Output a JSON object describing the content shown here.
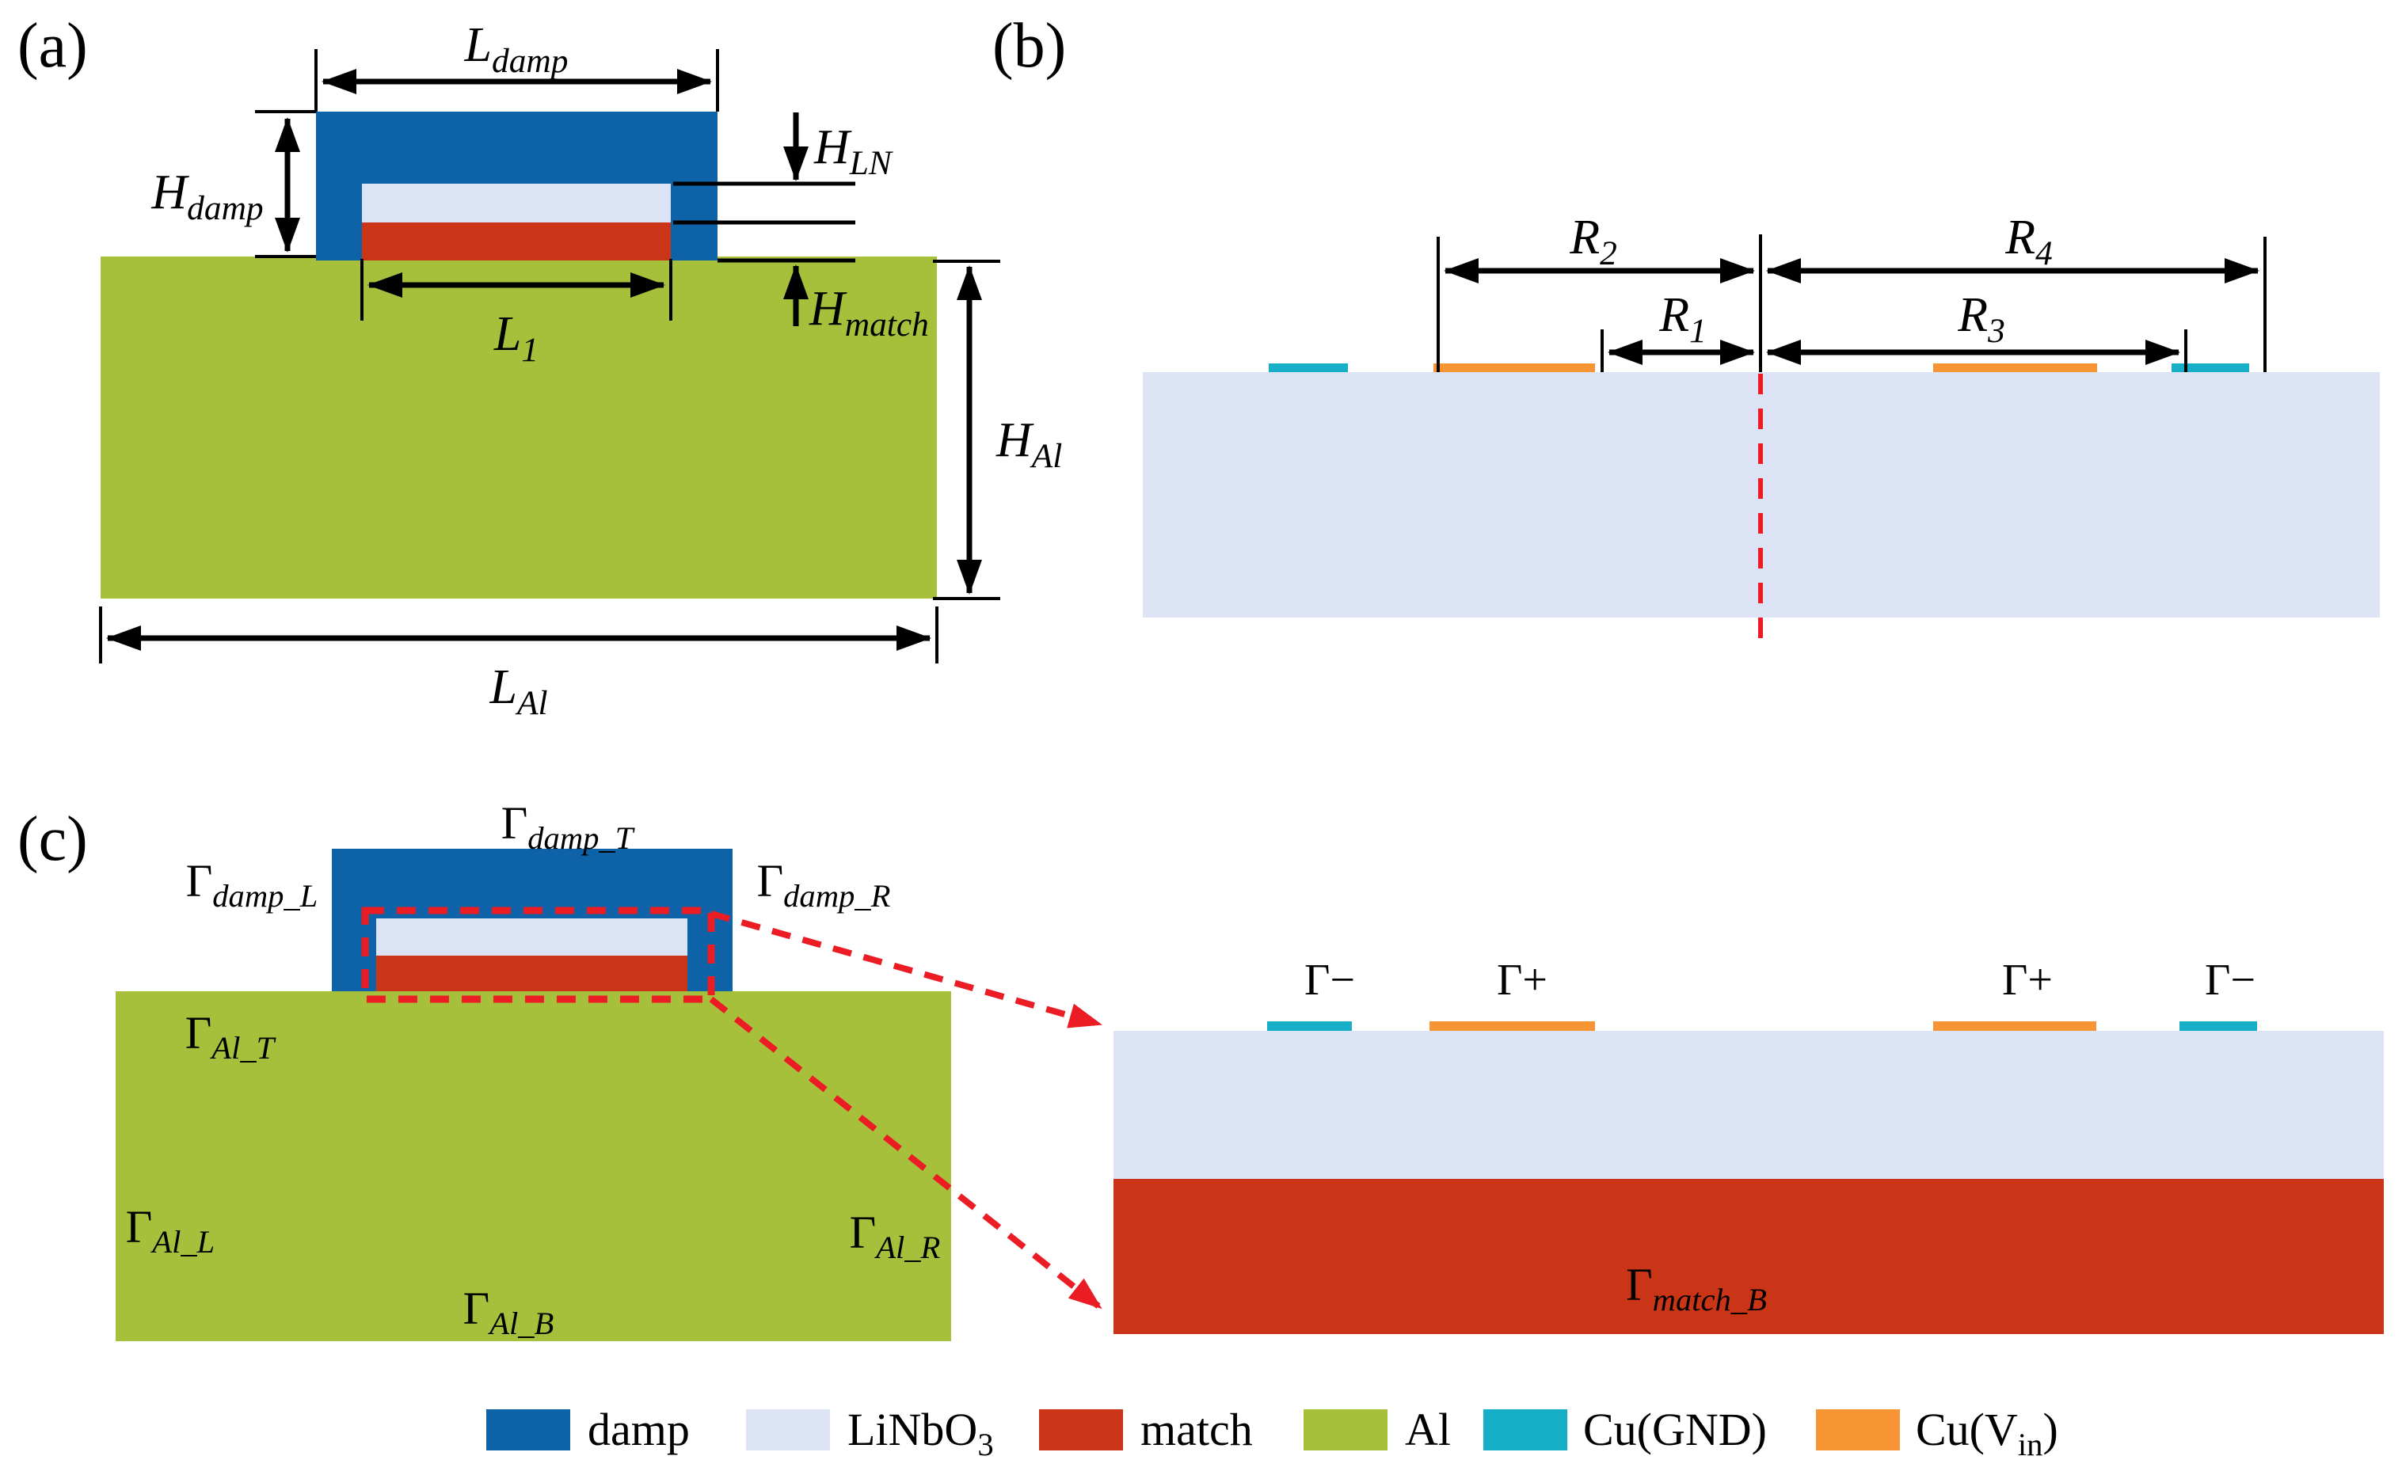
{
  "colors": {
    "damp": "#0E62A8",
    "linbo3": "#DBE3F5",
    "match": "#CB3517",
    "al": "#A6C03C",
    "cu_gnd": "#17AEC8",
    "cu_vin": "#F79433",
    "dash": "#EC1C24",
    "line": "#000000"
  },
  "panel_a": {
    "tag": "(a)",
    "dims": {
      "L_damp": {
        "main": "L",
        "sub": "damp"
      },
      "H_damp": {
        "main": "H",
        "sub": "damp"
      },
      "H_LN": {
        "main": "H",
        "sub": "LN"
      },
      "H_match": {
        "main": "H",
        "sub": "match"
      },
      "L_1": {
        "main": "L",
        "sub": "1"
      },
      "H_Al": {
        "main": "H",
        "sub": "Al"
      },
      "L_Al": {
        "main": "L",
        "sub": "Al"
      }
    }
  },
  "panel_b": {
    "tag": "(b)",
    "dims": {
      "R_1": {
        "main": "R",
        "sub": "1"
      },
      "R_2": {
        "main": "R",
        "sub": "2"
      },
      "R_3": {
        "main": "R",
        "sub": "3"
      },
      "R_4": {
        "main": "R",
        "sub": "4"
      }
    }
  },
  "panel_c": {
    "tag": "(c)",
    "boundaries": {
      "damp_T": {
        "main": "Γ",
        "sub": "damp_T"
      },
      "damp_L": {
        "main": "Γ",
        "sub": "damp_L"
      },
      "damp_R": {
        "main": "Γ",
        "sub": "damp_R"
      },
      "Al_T": {
        "main": "Γ",
        "sub": "Al_T"
      },
      "Al_L": {
        "main": "Γ",
        "sub": "Al_L"
      },
      "Al_R": {
        "main": "Γ",
        "sub": "Al_B"
      },
      "Al_R_fix": {
        "main": "Γ",
        "sub": "Al_R"
      },
      "Al_B": {
        "main": "Γ",
        "sub": "Al_B"
      },
      "match_B": {
        "main": "Γ",
        "sub": "match_B"
      }
    },
    "electrode_labels": [
      "Γ−",
      "Γ+",
      "Γ+",
      "Γ−"
    ]
  },
  "legend": {
    "items": [
      {
        "name": "damp",
        "pre": "damp"
      },
      {
        "name": "linbo3",
        "pre": "LiNbO",
        "sub": "3"
      },
      {
        "name": "match",
        "pre": "match"
      },
      {
        "name": "al",
        "pre": "Al"
      },
      {
        "name": "cu_gnd",
        "pre": "Cu(GND)"
      },
      {
        "name": "cu_vin",
        "pre": "Cu(V",
        "sub": "in",
        "post": ")"
      }
    ]
  }
}
